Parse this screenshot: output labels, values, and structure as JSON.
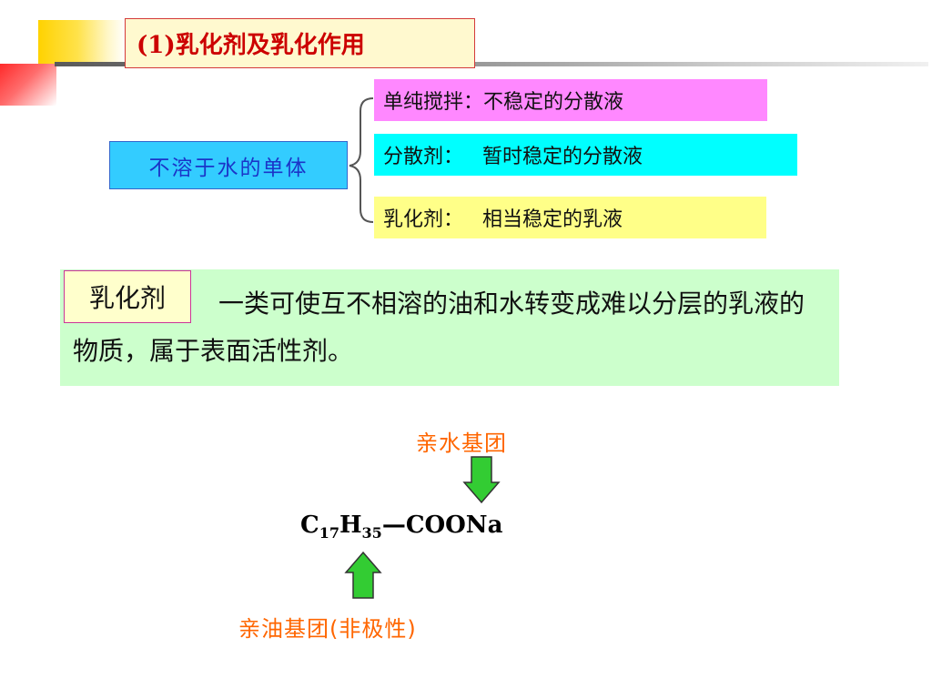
{
  "title": "(1)乳化剂及乳化作用",
  "monomer": "不溶于水的单体",
  "options": [
    "单纯搅拌：不稳定的分散液",
    "分散剂：   暂时稳定的分散液",
    "乳化剂：   相当稳定的乳液"
  ],
  "definition": {
    "term": "乳化剂",
    "text": "一类可使互不相溶的油和水转变成难以分层的乳液的物质，属于表面活性剂。"
  },
  "structure": {
    "hydrophilic_label": "亲水基团",
    "lipophilic_label": "亲油基团(非极性)",
    "formula_c": "C",
    "formula_c_sub": "17",
    "formula_h": "H",
    "formula_h_sub": "35",
    "formula_tail": "—COONa"
  },
  "colors": {
    "arrow_green": "#33cc33",
    "label_orange": "#ff6600",
    "title_red": "#cc0000"
  }
}
